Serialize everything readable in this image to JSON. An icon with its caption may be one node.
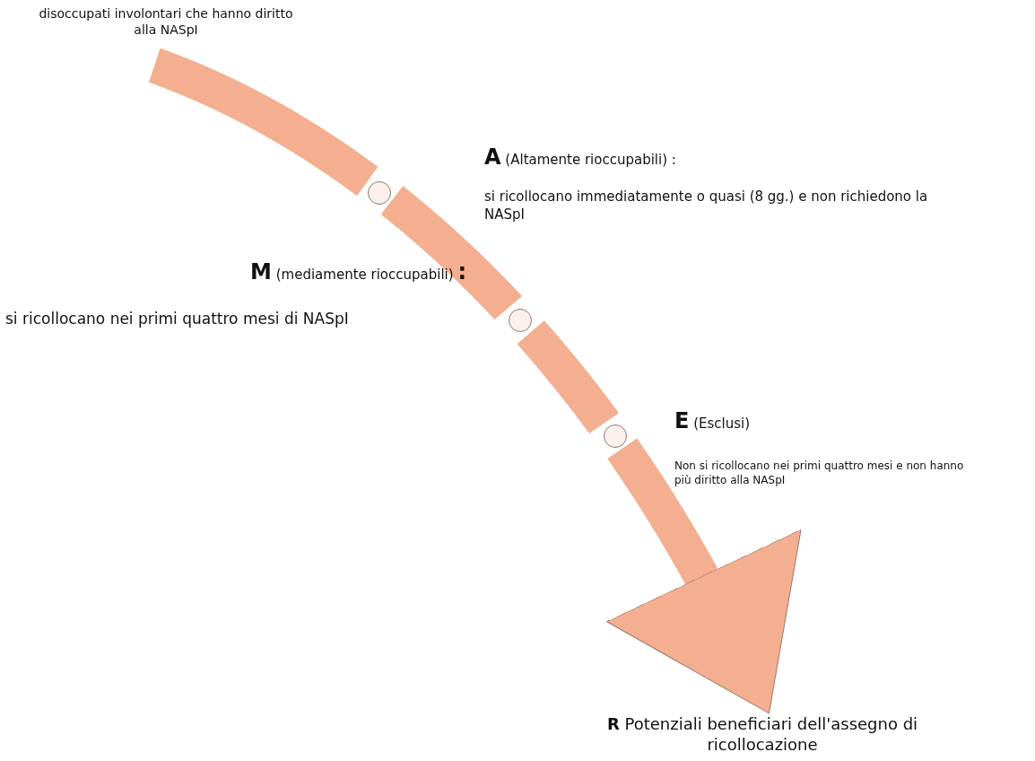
{
  "diagram": {
    "nodes": [
      {
        "text": [
          "disoccupati involontari che hanno diritto alla NASpI"
        ]
      },
      {
        "text": [],
        "shape": "circle"
      },
      {
        "text": [],
        "shape": "circle"
      },
      {
        "text": [],
        "shape": "circle"
      },
      {
        "text": [
          "**R** Potenziali beneficiari dell'assegno di ricollocazione"
        ]
      }
    ],
    "edges": [
      {
        "from": 0,
        "to": 1,
        "arrow": "none"
      },
      {
        "from": 1,
        "to": 2,
        "arrow": "none"
      },
      {
        "from": 2,
        "to": 3,
        "arrow": "none"
      },
      {
        "from": 3,
        "to": 4,
        "arrow": "to"
      }
    ],
    "labels": [
      "**A** (Altamente rioccupabili) :",
      "si ricollocano immediatamente o quasi (8 gg.) e non richiedono la NASpI",
      "**M** (mediamente rioccupabili) **:**",
      "si ricollocano nei primi quattro mesi di NASpI",
      "**E** (Esclusi)",
      "Non si ricollocano nei primi quattro mesi e non hanno più diritto alla NASpI"
    ]
  }
}
